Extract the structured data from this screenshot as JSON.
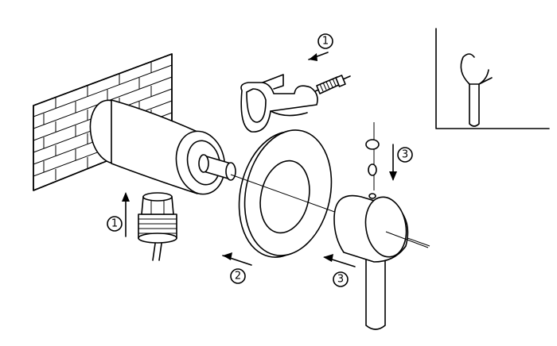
{
  "steps": {
    "step_1_top": "1",
    "step_1_bottom": "1",
    "step_2": "2",
    "step_3_top": "3",
    "step_3_bottom": "3"
  },
  "icons": [
    "brick-wall",
    "valve-body",
    "handle-bracket",
    "screw",
    "pipe-fitting",
    "cover-plate",
    "mixer-lever",
    "detail-inset"
  ],
  "colors": {
    "line": "#000000",
    "fill": "#ffffff"
  }
}
